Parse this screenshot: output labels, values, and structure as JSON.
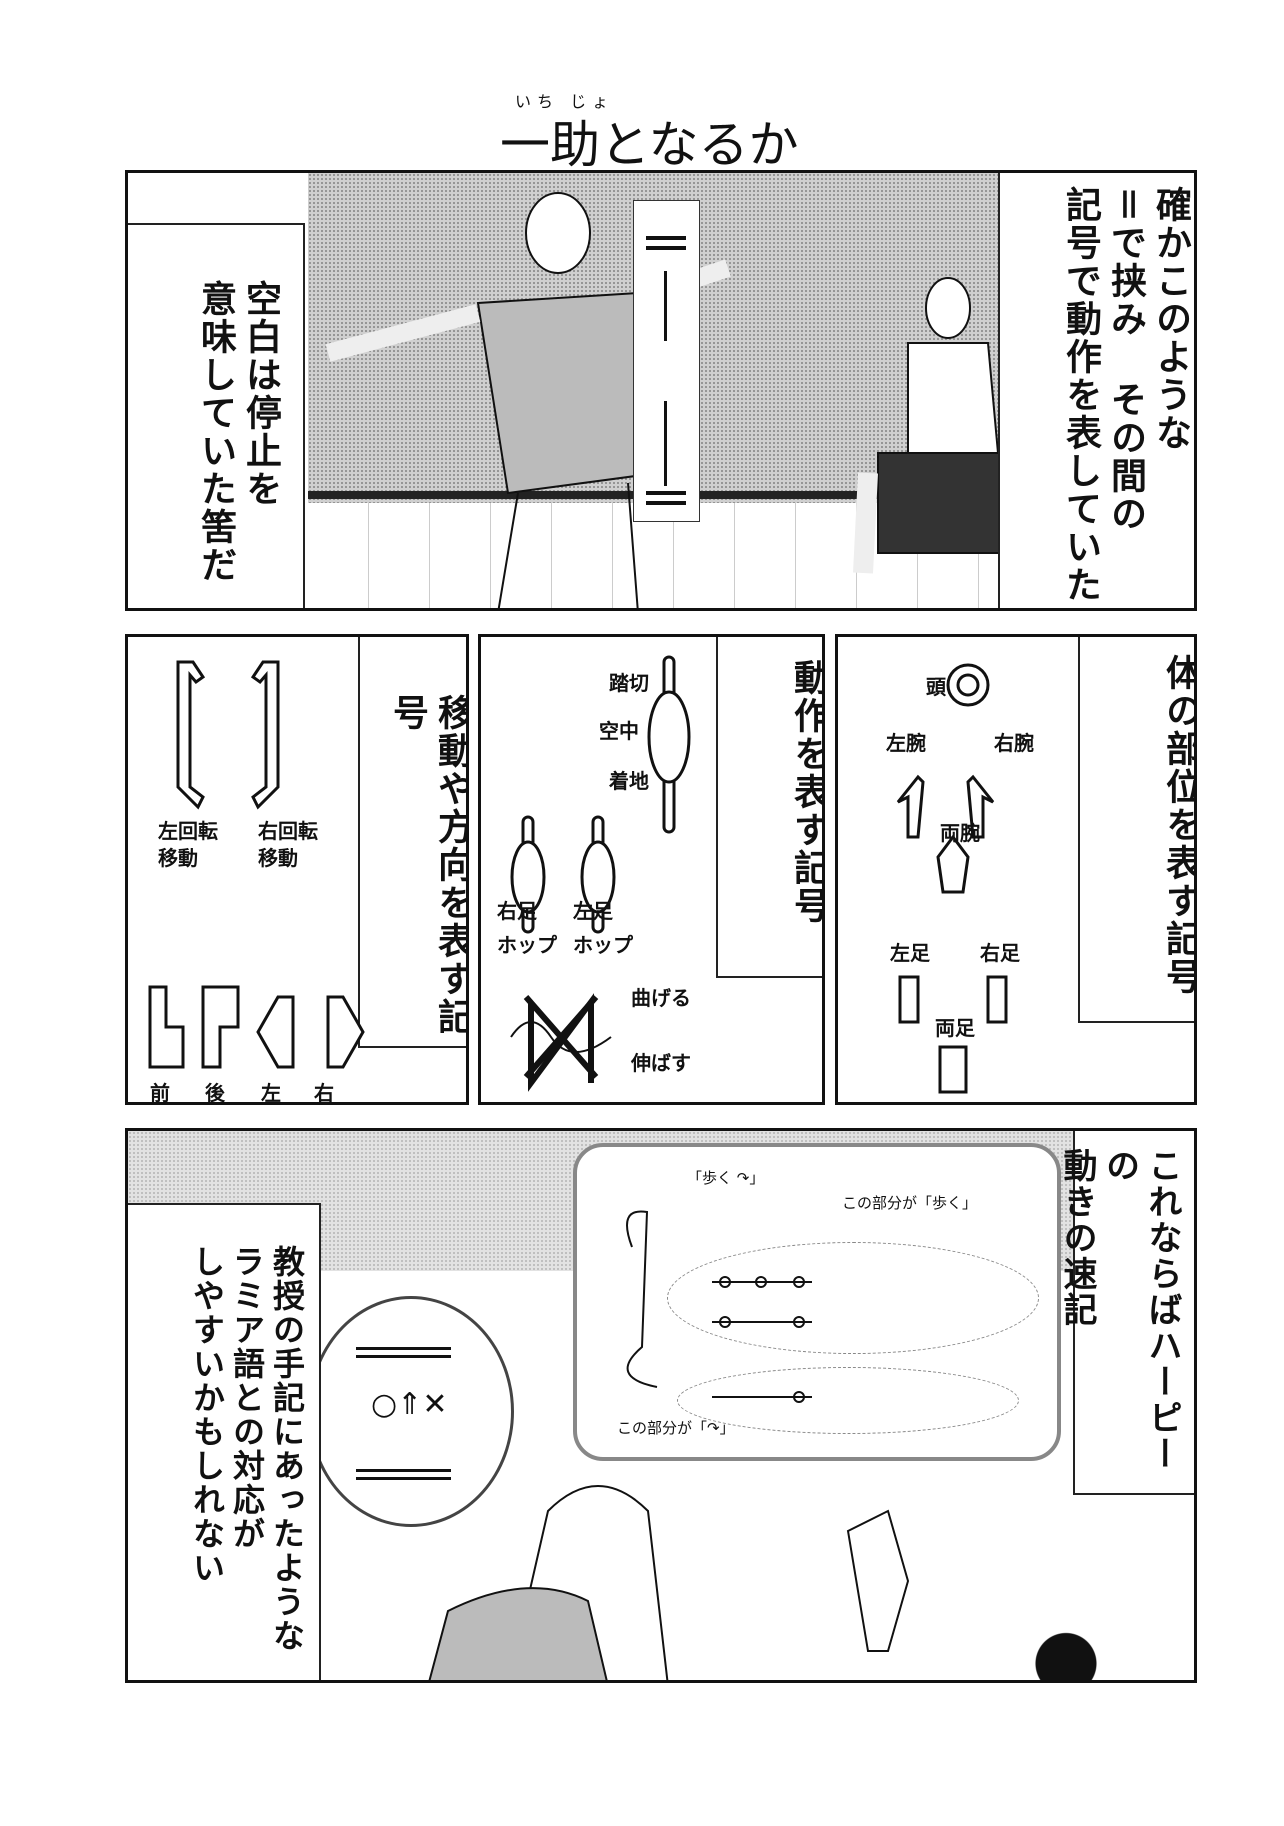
{
  "title": {
    "text": "一助となるか",
    "ruby": "いち じょ"
  },
  "panel1": {
    "right_caption": [
      "確かこのような",
      "＝で挟み その間の",
      "記号で動作を表していた"
    ],
    "left_caption": [
      "空白は停止を",
      "意味していた筈だ"
    ]
  },
  "panel2": {
    "movement": {
      "caption": "移動や方向を表す記号",
      "labels": {
        "left_rotation": "左回転",
        "left_move": "移動",
        "right_rotation": "右回転",
        "right_move": "移動",
        "front": "前",
        "back": "後",
        "left": "左",
        "right": "右"
      }
    },
    "action": {
      "caption": "動作を表す記号",
      "labels": {
        "takeoff": "踏切",
        "midair": "空中",
        "landing": "着地",
        "right_foot": "右足",
        "left_foot": "左足",
        "hop1": "ホップ",
        "hop2": "ホップ",
        "bend": "曲げる",
        "extend": "伸ばす"
      }
    },
    "body": {
      "caption": "体の部位を表す記号",
      "labels": {
        "head": "頭",
        "left_arm": "左腕",
        "right_arm": "右腕",
        "both_arms": "両腕",
        "left_leg": "左足",
        "right_leg": "右足",
        "both_legs": "両足"
      }
    }
  },
  "panel3": {
    "right_caption": [
      "これならばハーピーの",
      "動きの速記"
    ],
    "left_caption": [
      "教授の手記にあったような",
      "ラミア語との対応が",
      "しやすいかもしれない"
    ],
    "diagram": {
      "walk_label": "「歩く ↷」",
      "part_walk": "この部分が「歩く」",
      "part_hop": "この部分が「↷」"
    }
  }
}
